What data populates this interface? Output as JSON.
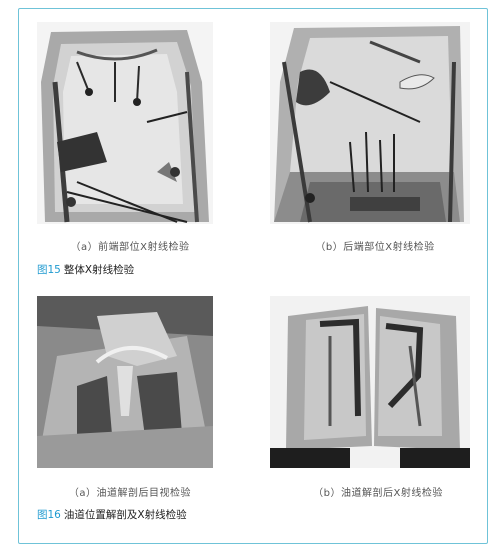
{
  "figure15": {
    "number": "图15",
    "title": "整体X射线检验",
    "caption_a": "（a）前端部位X射线检验",
    "caption_b": "（b）后端部位X射线检验"
  },
  "figure16": {
    "number": "图16",
    "title": "油道位置解剖及X射线检验",
    "caption_a": "（a）油道解剖后目视检验",
    "caption_b": "（b）油道解剖后X射线检验"
  },
  "colors": {
    "accent": "#1f9ad0",
    "border": "#6fc3d8"
  }
}
